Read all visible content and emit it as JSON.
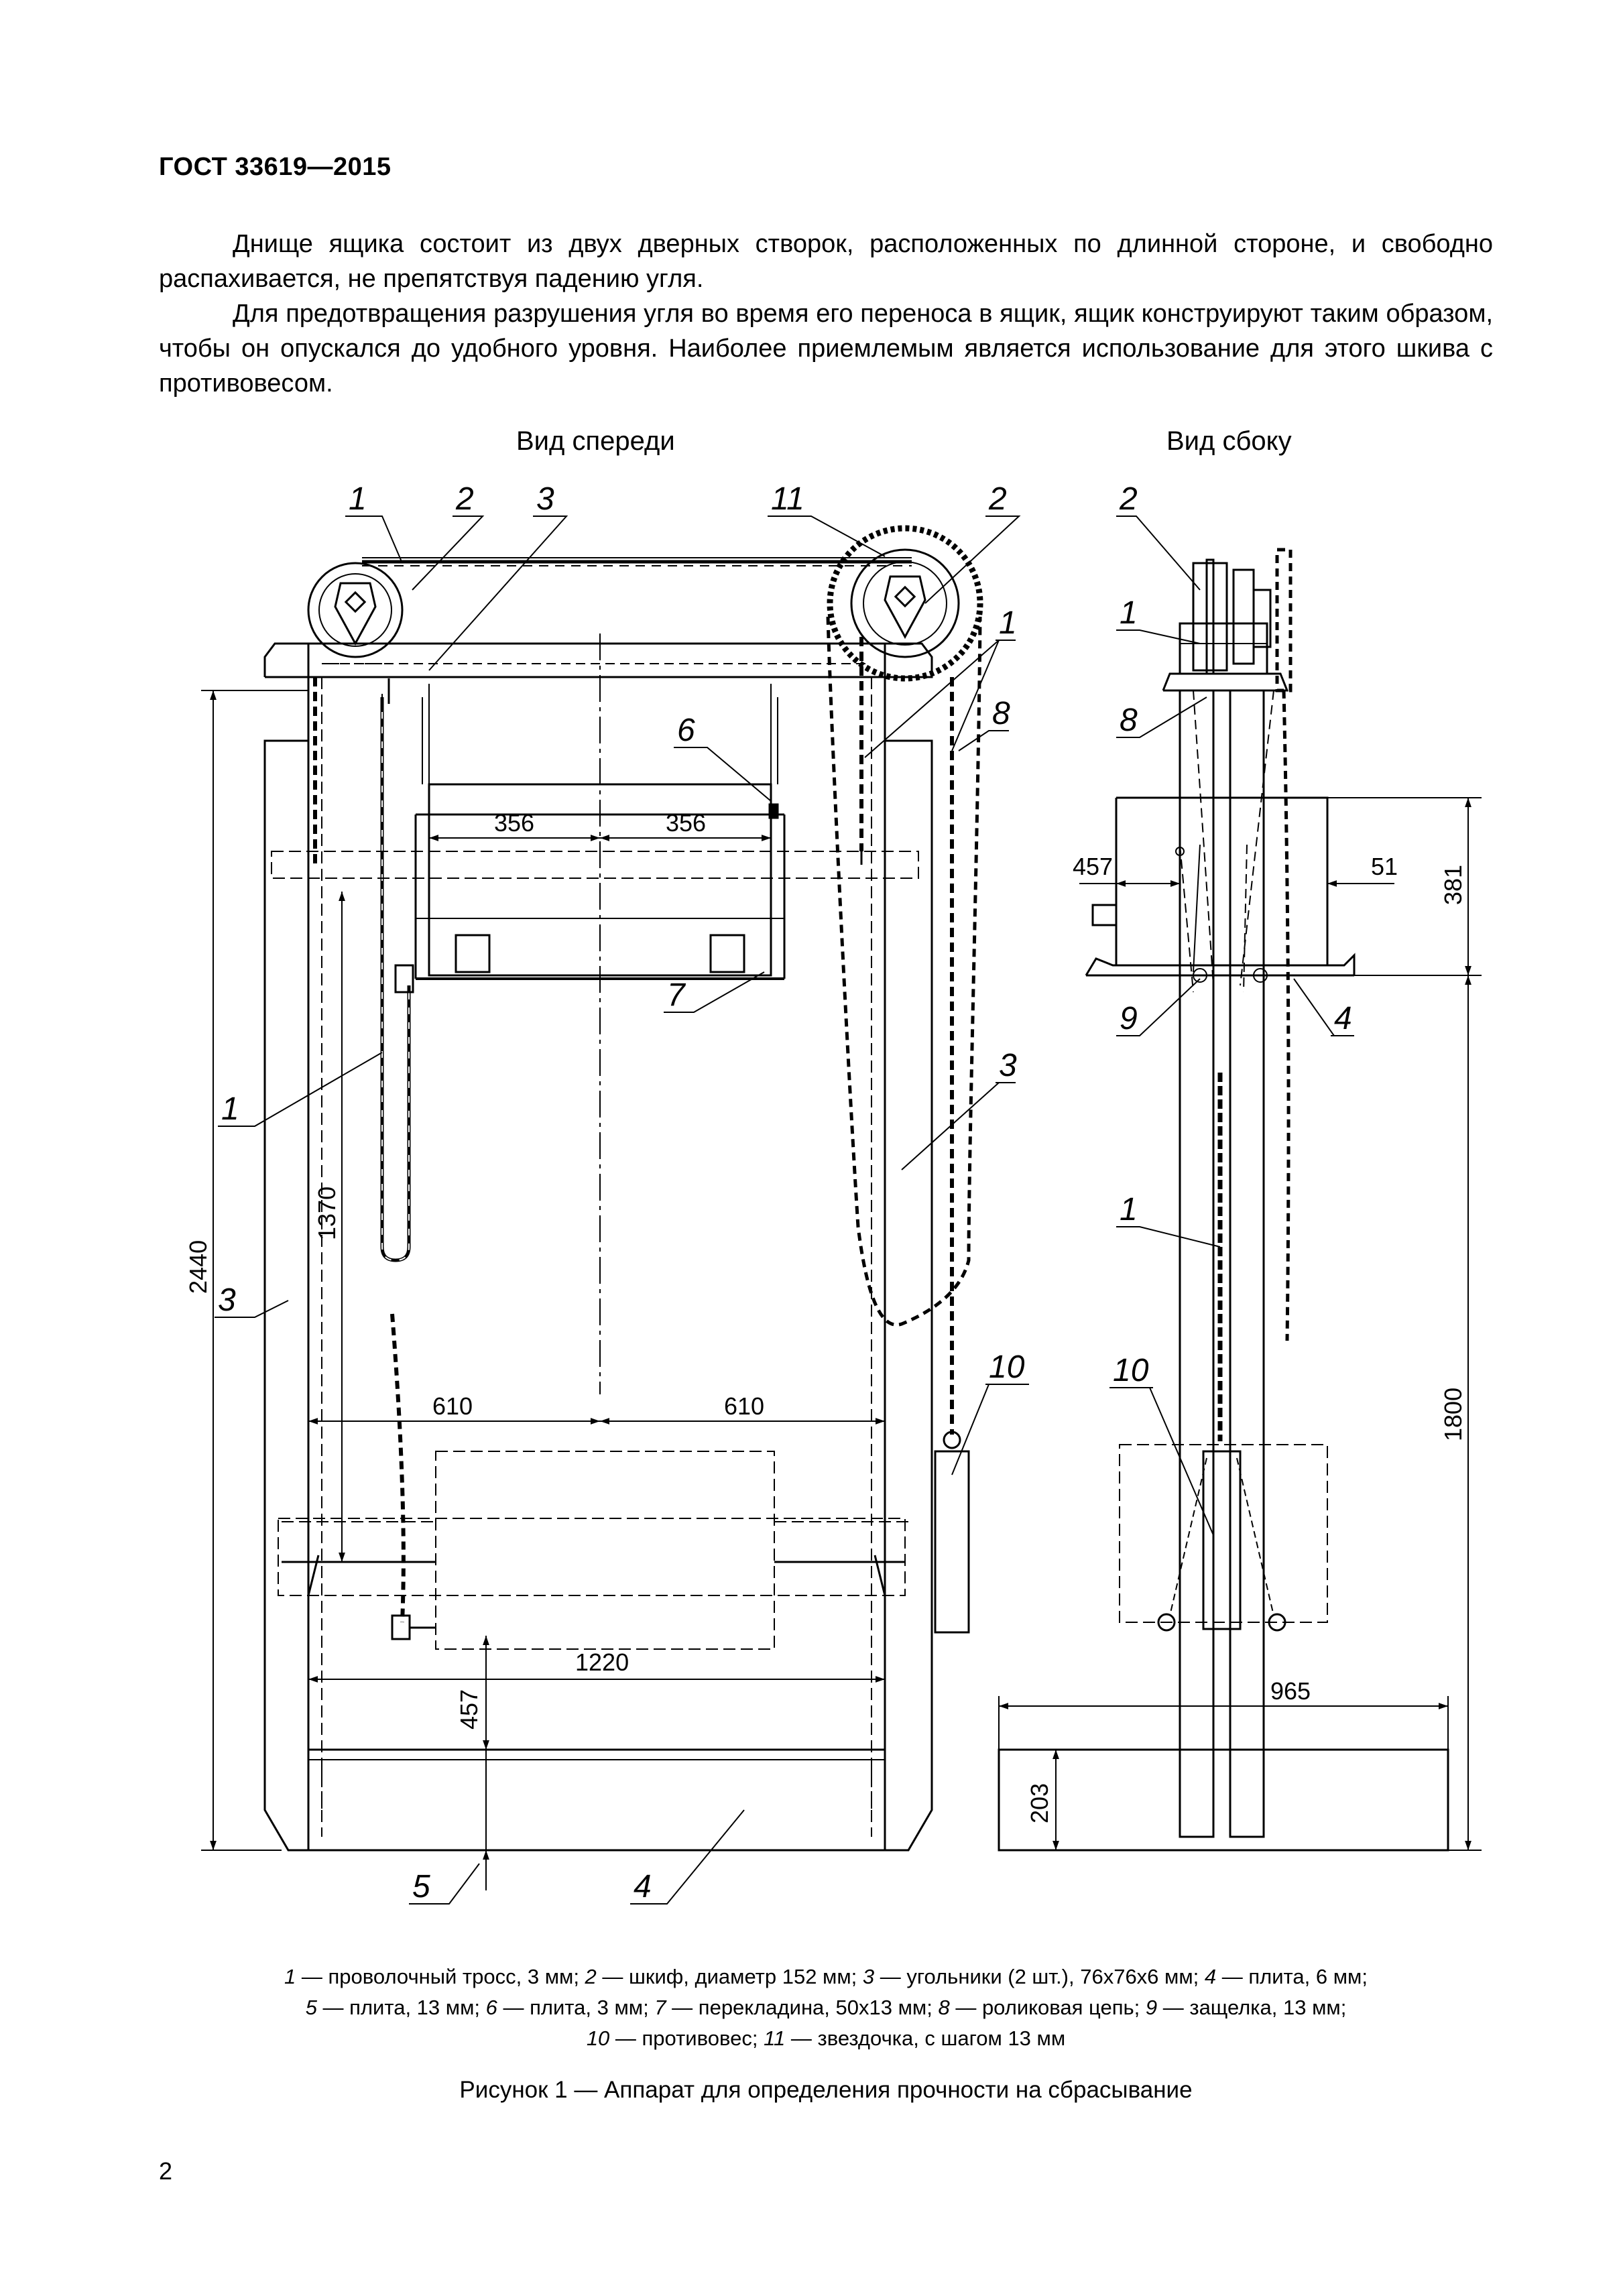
{
  "header": "ГОСТ 33619—2015",
  "paragraphs": [
    "Днище ящика состоит из двух дверных створок, расположенных по длинной стороне, и свободно распахивается, не препятствуя падению угля.",
    "Для предотвращения разрушения угля во время его переноса в ящик, ящик конструируют таким образом, чтобы он опускался до удобного уровня. Наиболее приемлемым является использование для этого шкива с противовесом."
  ],
  "figure": {
    "front_view_title": "Вид спереди",
    "side_view_title": "Вид сбоку",
    "front_callouts": {
      "c1a": "1",
      "c2a": "2",
      "c3a": "3",
      "c11": "11",
      "c2b": "2",
      "c1b": "1",
      "c8": "8",
      "c6": "6",
      "c7": "7",
      "c1c": "1",
      "c3b": "3",
      "c3c": "3",
      "c10": "10",
      "c5": "5",
      "c4": "4"
    },
    "side_callouts": {
      "c2": "2",
      "c1a": "1",
      "c8": "8",
      "c9": "9",
      "c4": "4",
      "c1b": "1",
      "c10": "10"
    },
    "front_dims": {
      "d356a": "356",
      "d356b": "356",
      "d2440": "2440",
      "d1370": "1370",
      "d610a": "610",
      "d610b": "610",
      "d1220": "1220",
      "d457": "457"
    },
    "side_dims": {
      "d457": "457",
      "d51": "51",
      "d381": "381",
      "d1800": "1800",
      "d965": "965",
      "d203": "203"
    },
    "legend_lines": [
      [
        {
          "num": "1",
          "text": " — проволочный тросс, 3 мм; "
        },
        {
          "num": "2",
          "text": " — шкиф, диаметр 152 мм; "
        },
        {
          "num": "3",
          "text": " — угольники (2 шт.), 76x76x6 мм; "
        },
        {
          "num": "4",
          "text": " — плита, 6 мм;"
        }
      ],
      [
        {
          "num": "5",
          "text": " — плита, 13 мм; "
        },
        {
          "num": "6",
          "text": " — плита, 3 мм; "
        },
        {
          "num": "7",
          "text": " — перекладина, 50x13 мм; "
        },
        {
          "num": "8",
          "text": " — роликовая цепь; "
        },
        {
          "num": "9",
          "text": " — защелка, 13 мм;"
        }
      ],
      [
        {
          "num": "10",
          "text": " — противовес; "
        },
        {
          "num": "11",
          "text": " — звездочка, с шагом 13 мм"
        }
      ]
    ],
    "title": "Рисунок 1 — Аппарат для определения прочности на сбрасывание"
  },
  "page_number": "2"
}
